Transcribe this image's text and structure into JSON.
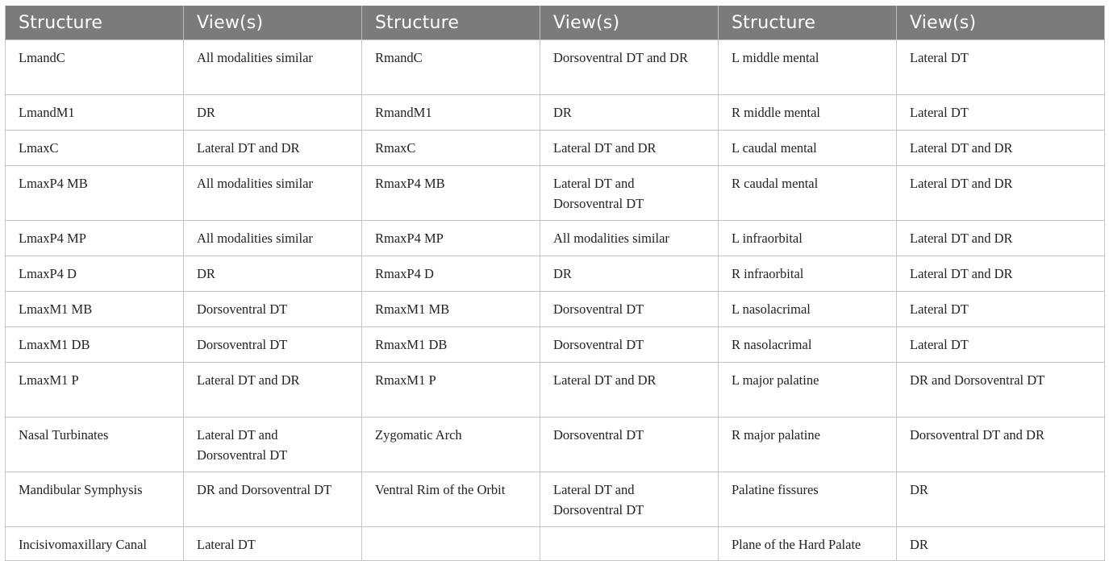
{
  "headers": [
    "Structure",
    "View(s)",
    "Structure",
    "View(s)",
    "Structure",
    "View(s)"
  ],
  "rows": [
    [
      "LmandC",
      "All modalities similar",
      "RmandC",
      "Dorsoventral DT and DR",
      "L middle mental",
      "Lateral DT"
    ],
    [
      "LmandM1",
      "DR",
      "RmandM1",
      "DR",
      "R middle mental",
      "Lateral DT"
    ],
    [
      "LmaxC",
      "Lateral DT and DR",
      "RmaxC",
      "Lateral DT and DR",
      "L caudal mental",
      "Lateral DT and DR"
    ],
    [
      "LmaxP4 MB",
      "All modalities similar",
      "RmaxP4 MB",
      "Lateral DT and Dorsoventral DT",
      "R caudal mental",
      "Lateral DT and DR"
    ],
    [
      "LmaxP4 MP",
      "All modalities similar",
      "RmaxP4 MP",
      "All modalities similar",
      "L infraorbital",
      "Lateral DT and DR"
    ],
    [
      "LmaxP4 D",
      "DR",
      "RmaxP4 D",
      "DR",
      "R infraorbital",
      "Lateral DT and DR"
    ],
    [
      "LmaxM1 MB",
      "Dorsoventral DT",
      "RmaxM1 MB",
      "Dorsoventral DT",
      "L nasolacrimal",
      "Lateral DT"
    ],
    [
      "LmaxM1 DB",
      "Dorsoventral DT",
      "RmaxM1 DB",
      "Dorsoventral DT",
      "R nasolacrimal",
      "Lateral DT"
    ],
    [
      "LmaxM1 P",
      "Lateral DT and DR",
      "RmaxM1 P",
      "Lateral DT and DR",
      "L major palatine",
      "DR and Dorsoventral DT"
    ],
    [
      "Nasal Turbinates",
      "Lateral DT and Dorsoventral DT",
      "Zygomatic Arch",
      "Dorsoventral DT",
      "R major palatine",
      "Dorsoventral DT and DR"
    ],
    [
      "Mandibular Symphysis",
      "DR and Dorsoventral DT",
      "Ventral Rim of the Orbit",
      "Lateral DT and Dorsoventral DT",
      "Palatine fissures",
      "DR"
    ],
    [
      "Incisivomaxillary Canal",
      "Lateral DT",
      "",
      "",
      "Plane of the Hard Palate",
      "DR"
    ]
  ]
}
